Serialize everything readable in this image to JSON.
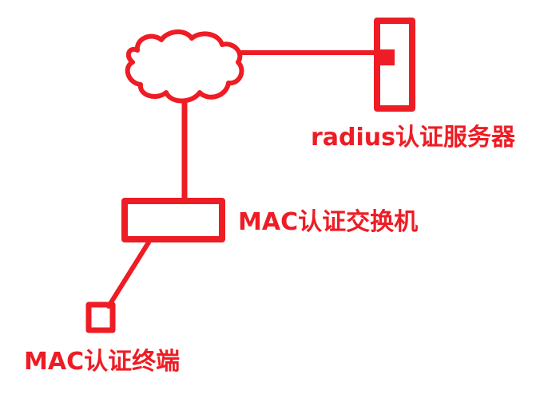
{
  "colors": {
    "stroke": "#ee1c24",
    "background": "#ffffff"
  },
  "labels": {
    "server": "radius认证服务器",
    "switch": "MAC认证交换机",
    "terminal": "MAC认证终端"
  }
}
